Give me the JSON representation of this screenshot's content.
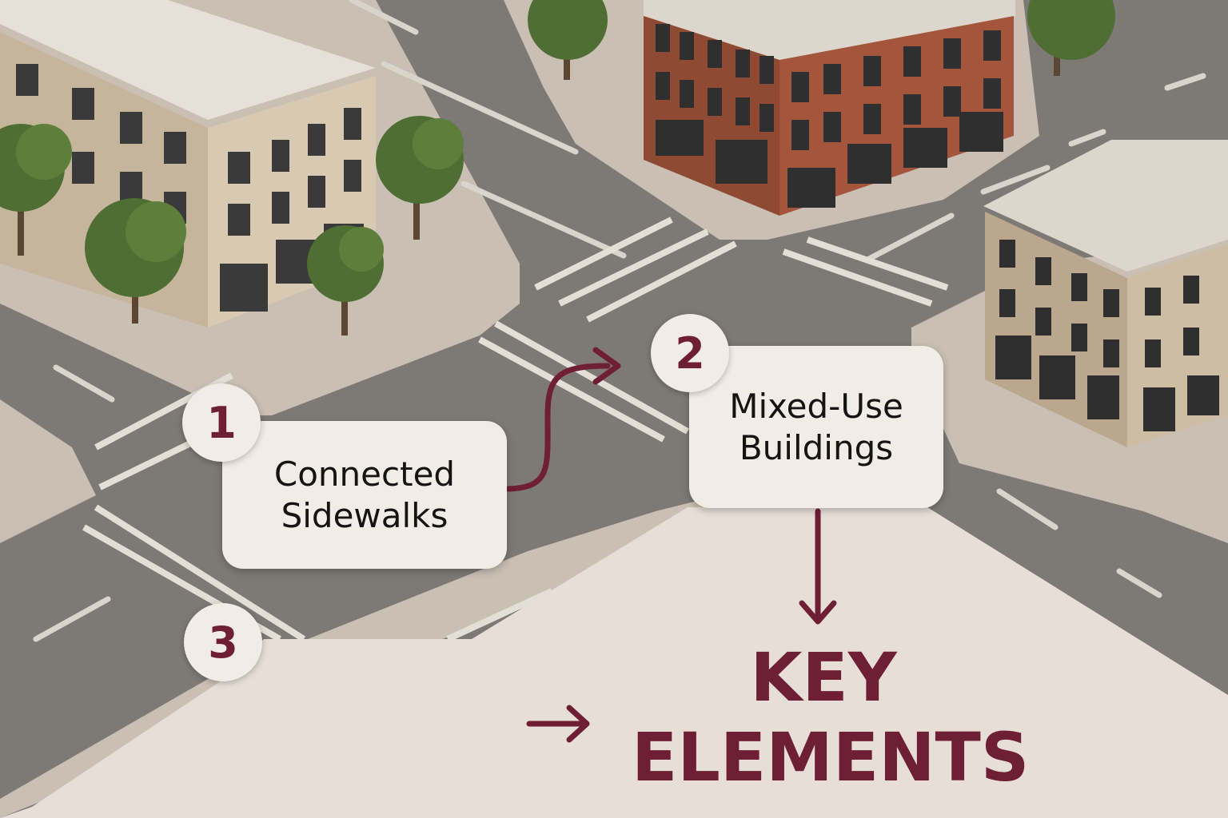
{
  "labels": [
    {
      "number": "1",
      "line1": "Connected",
      "line2": "Sidewalks"
    },
    {
      "number": "2",
      "line1": "Mixed-Use",
      "line2": "Buildings"
    },
    {
      "number": "3"
    }
  ],
  "key_title": {
    "line1": "KEY",
    "line2": "ELEMENTS"
  },
  "colors": {
    "accent": "#6e1f33",
    "card": "#f1ece6",
    "road": "#7d7a75",
    "sidewalk": "#c9bfb3",
    "panel": "#e6ded7",
    "brick": "#a4553c",
    "stone": "#c9b79e",
    "tree": "#4f6e33"
  },
  "icons": [
    "arrow-right-icon",
    "arrow-down-icon",
    "curved-arrow-icon"
  ]
}
